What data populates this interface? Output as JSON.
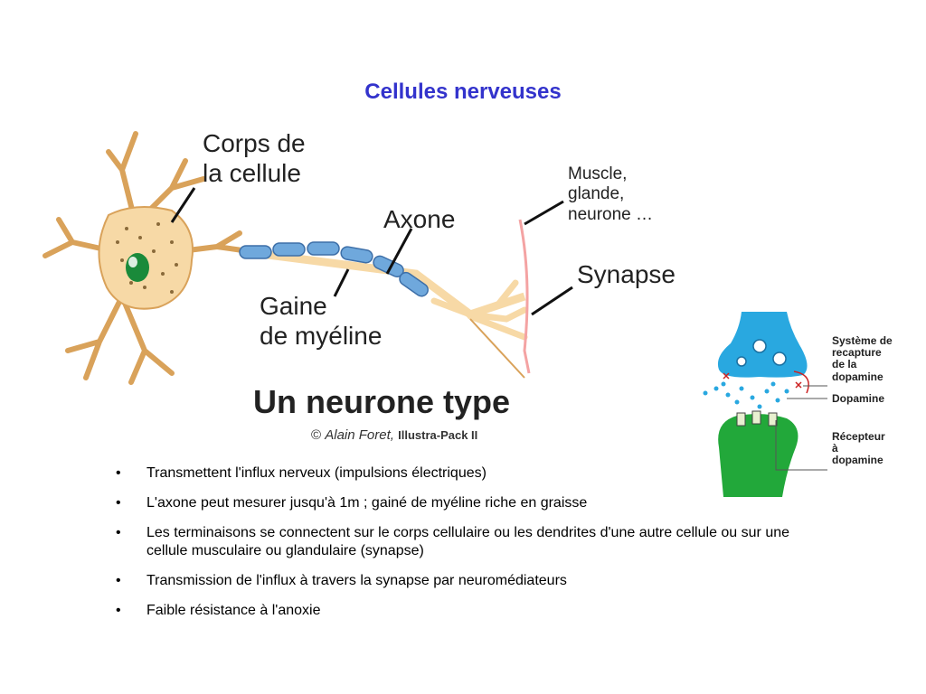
{
  "slide": {
    "title": "Cellules nerveuses"
  },
  "neuron_figure": {
    "label_cell_body": "Corps de\nla cellule",
    "label_axon": "Axone",
    "label_target": "Muscle,\nglande,\nneurone …",
    "label_synapse": "Synapse",
    "label_myelin": "Gaine\nde myéline",
    "caption": "Un neurone type",
    "copyright_symbol": "©",
    "copyright_author": "Alain Foret,",
    "copyright_brand": "Illustra-Pack II"
  },
  "synapse_figure": {
    "label_reuptake": "Système de\nrecapture\nde la\ndopamine",
    "label_dopamine": "Dopamine",
    "label_receptor": "Récepteur\nà\ndopamine"
  },
  "bullets": {
    "marker": "•",
    "items": [
      "Transmettent l'influx nerveux (impulsions électriques)",
      "L'axone peut mesurer jusqu'à 1m ; gainé de myéline riche en graisse",
      "Les terminaisons se connectent sur le corps cellulaire ou les dendrites d'une autre cellule ou sur une cellule musculaire ou glandulaire (synapse)",
      "Transmission de l'influx à travers la synapse par neuromédiateurs",
      "Faible résistance à l'anoxie"
    ]
  },
  "colors": {
    "title": "#3333cc",
    "neuron_fill": "#f7d9a6",
    "neuron_stroke": "#d9a25a",
    "myelin": "#6fa8dc",
    "nucleus": "#1a8a3a",
    "membrane_target": "#f4a3a3",
    "presynaptic": "#29a8e0",
    "postsynaptic": "#22a83a"
  }
}
